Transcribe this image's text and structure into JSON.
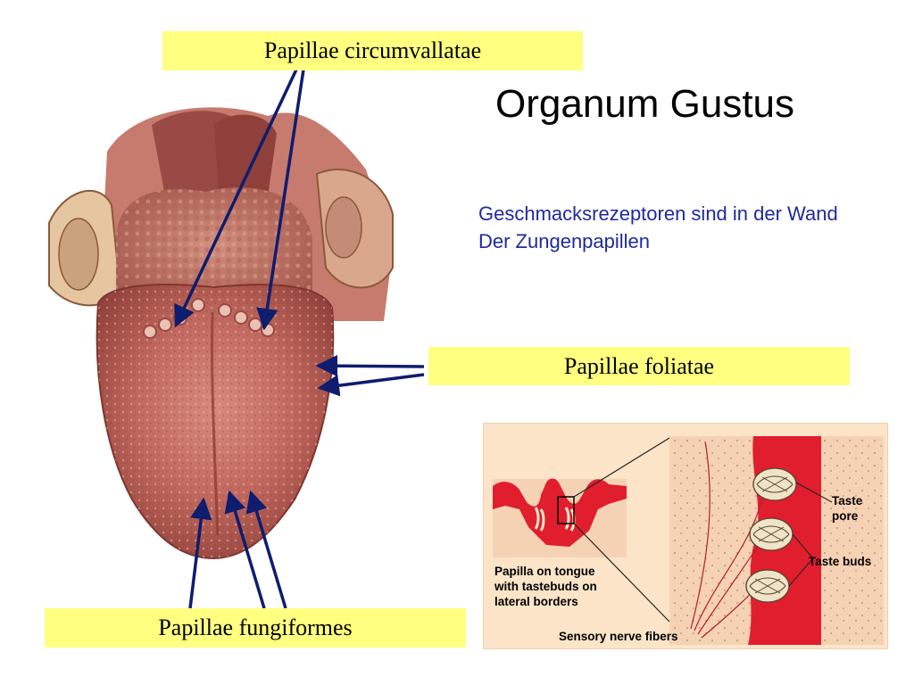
{
  "slide": {
    "title": "Organum Gustus",
    "subtitle_lines": [
      "Geschmacksrezeptoren sind in der Wand",
      "Der Zungenpapillen"
    ]
  },
  "labels": {
    "circumvallatae": "Papillae circumvallatae",
    "foliatae": "Papillae foliatae",
    "fungiformes": "Papillae fungiformes"
  },
  "inset": {
    "left_caption_lines": [
      "Papilla on tongue",
      "with tastebuds on",
      "lateral borders"
    ],
    "taste_pore_lines": [
      "Taste",
      "pore"
    ],
    "taste_buds": "Taste buds",
    "sensory_nerve_fibers": "Sensory nerve fibers"
  },
  "colors": {
    "label_fill": "#ffff80",
    "arrow": "#0e1d6e",
    "subtitle": "#1f2a9c",
    "tissue_red": "#e01e2e"
  }
}
